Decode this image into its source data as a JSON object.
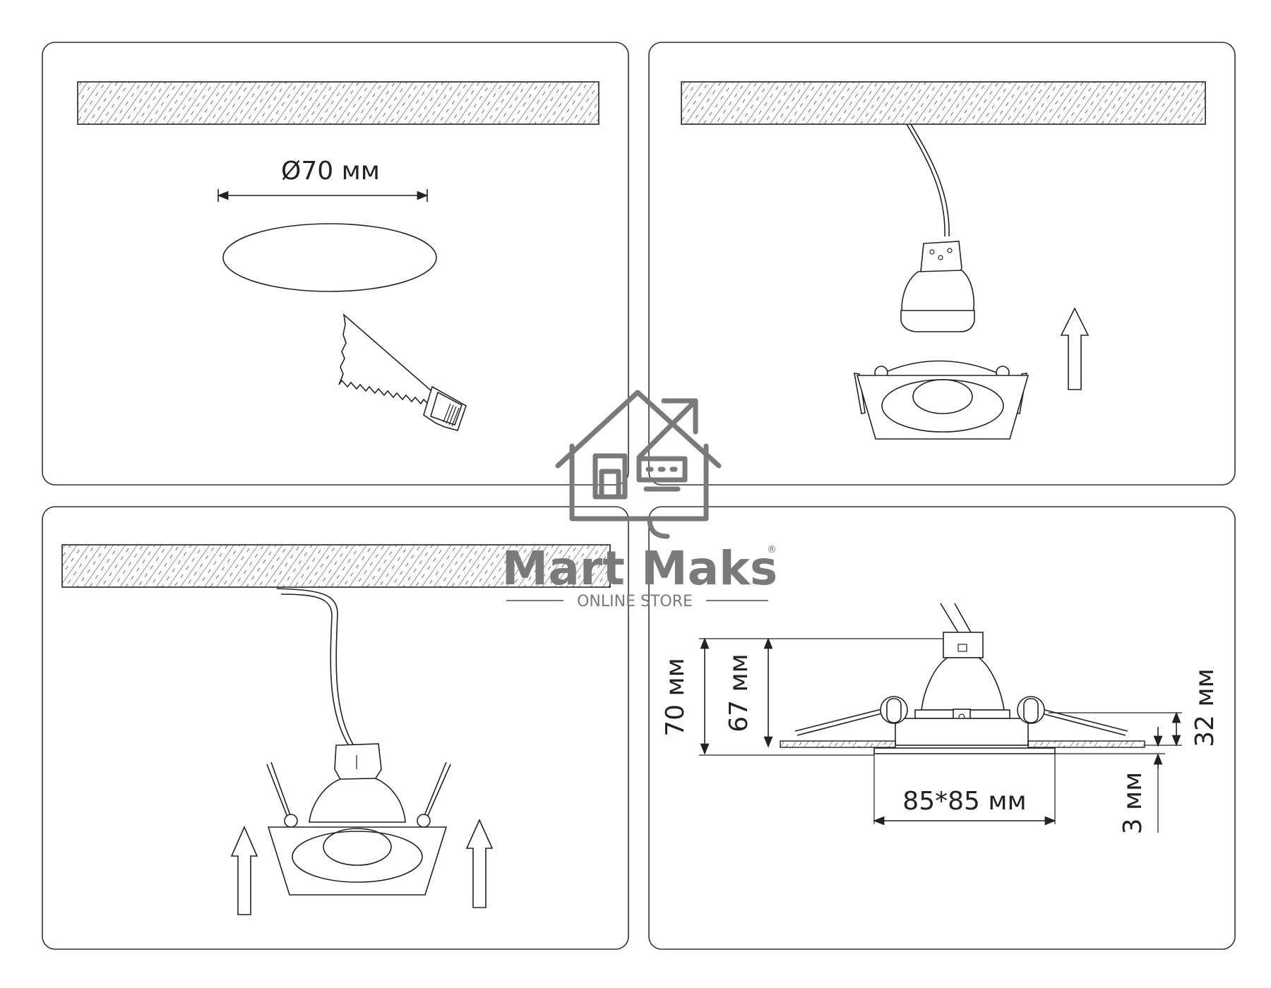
{
  "step1": {
    "hole_diameter": "Ø70 мм"
  },
  "step4": {
    "height_total": "70 мм",
    "height_body": "67 мм",
    "height_spring": "32 мм",
    "frame_thickness": "3 мм",
    "frame_size": "85*85 мм"
  },
  "watermark": {
    "brand": "Mart Maks",
    "registered": "®",
    "subtitle": "ONLINE STORE",
    "color": "#7a7a7a"
  }
}
